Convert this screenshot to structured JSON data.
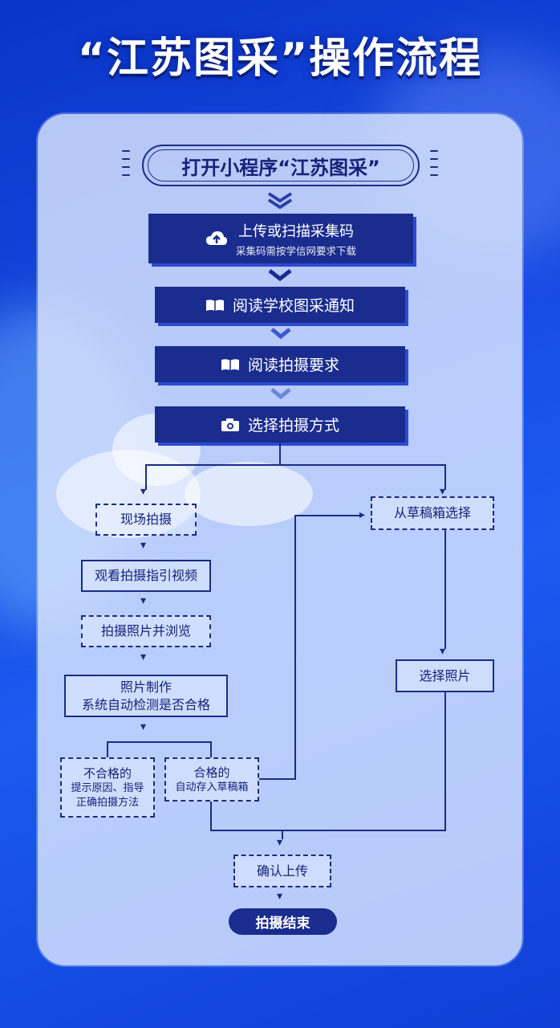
{
  "title": "“江苏图采”操作流程",
  "start": "打开小程序“江苏图采”",
  "steps": {
    "upload_title": "上传或扫描采集码",
    "upload_sub": "采集码需按学信网要求下载",
    "read_notice": "阅读学校图采通知",
    "read_requirements": "阅读拍摄要求",
    "choose_method": "选择拍摄方式"
  },
  "left_branch": {
    "onsite": "现场拍摄",
    "watch_video": "观看拍摄指引视频",
    "take_photo": "拍摄照片并浏览",
    "make_line1": "照片制作",
    "make_line2": "系统自动检测是否合格",
    "fail_title": "不合格的",
    "fail_line1": "提示原因、指导",
    "fail_line2": "正确拍摄方法",
    "pass_title": "合格的",
    "pass_line1": "自动存入草稿箱"
  },
  "right_branch": {
    "from_drafts": "从草稿箱选择",
    "select_photo": "选择照片"
  },
  "confirm_upload": "确认上传",
  "end": "拍摄结束",
  "icons": [
    "cloud-upload-icon",
    "book-icon",
    "book-icon",
    "camera-icon"
  ],
  "colors": {
    "navy": "#1a2c8e",
    "background": "#1749e0",
    "panel": "#e1ebff"
  }
}
